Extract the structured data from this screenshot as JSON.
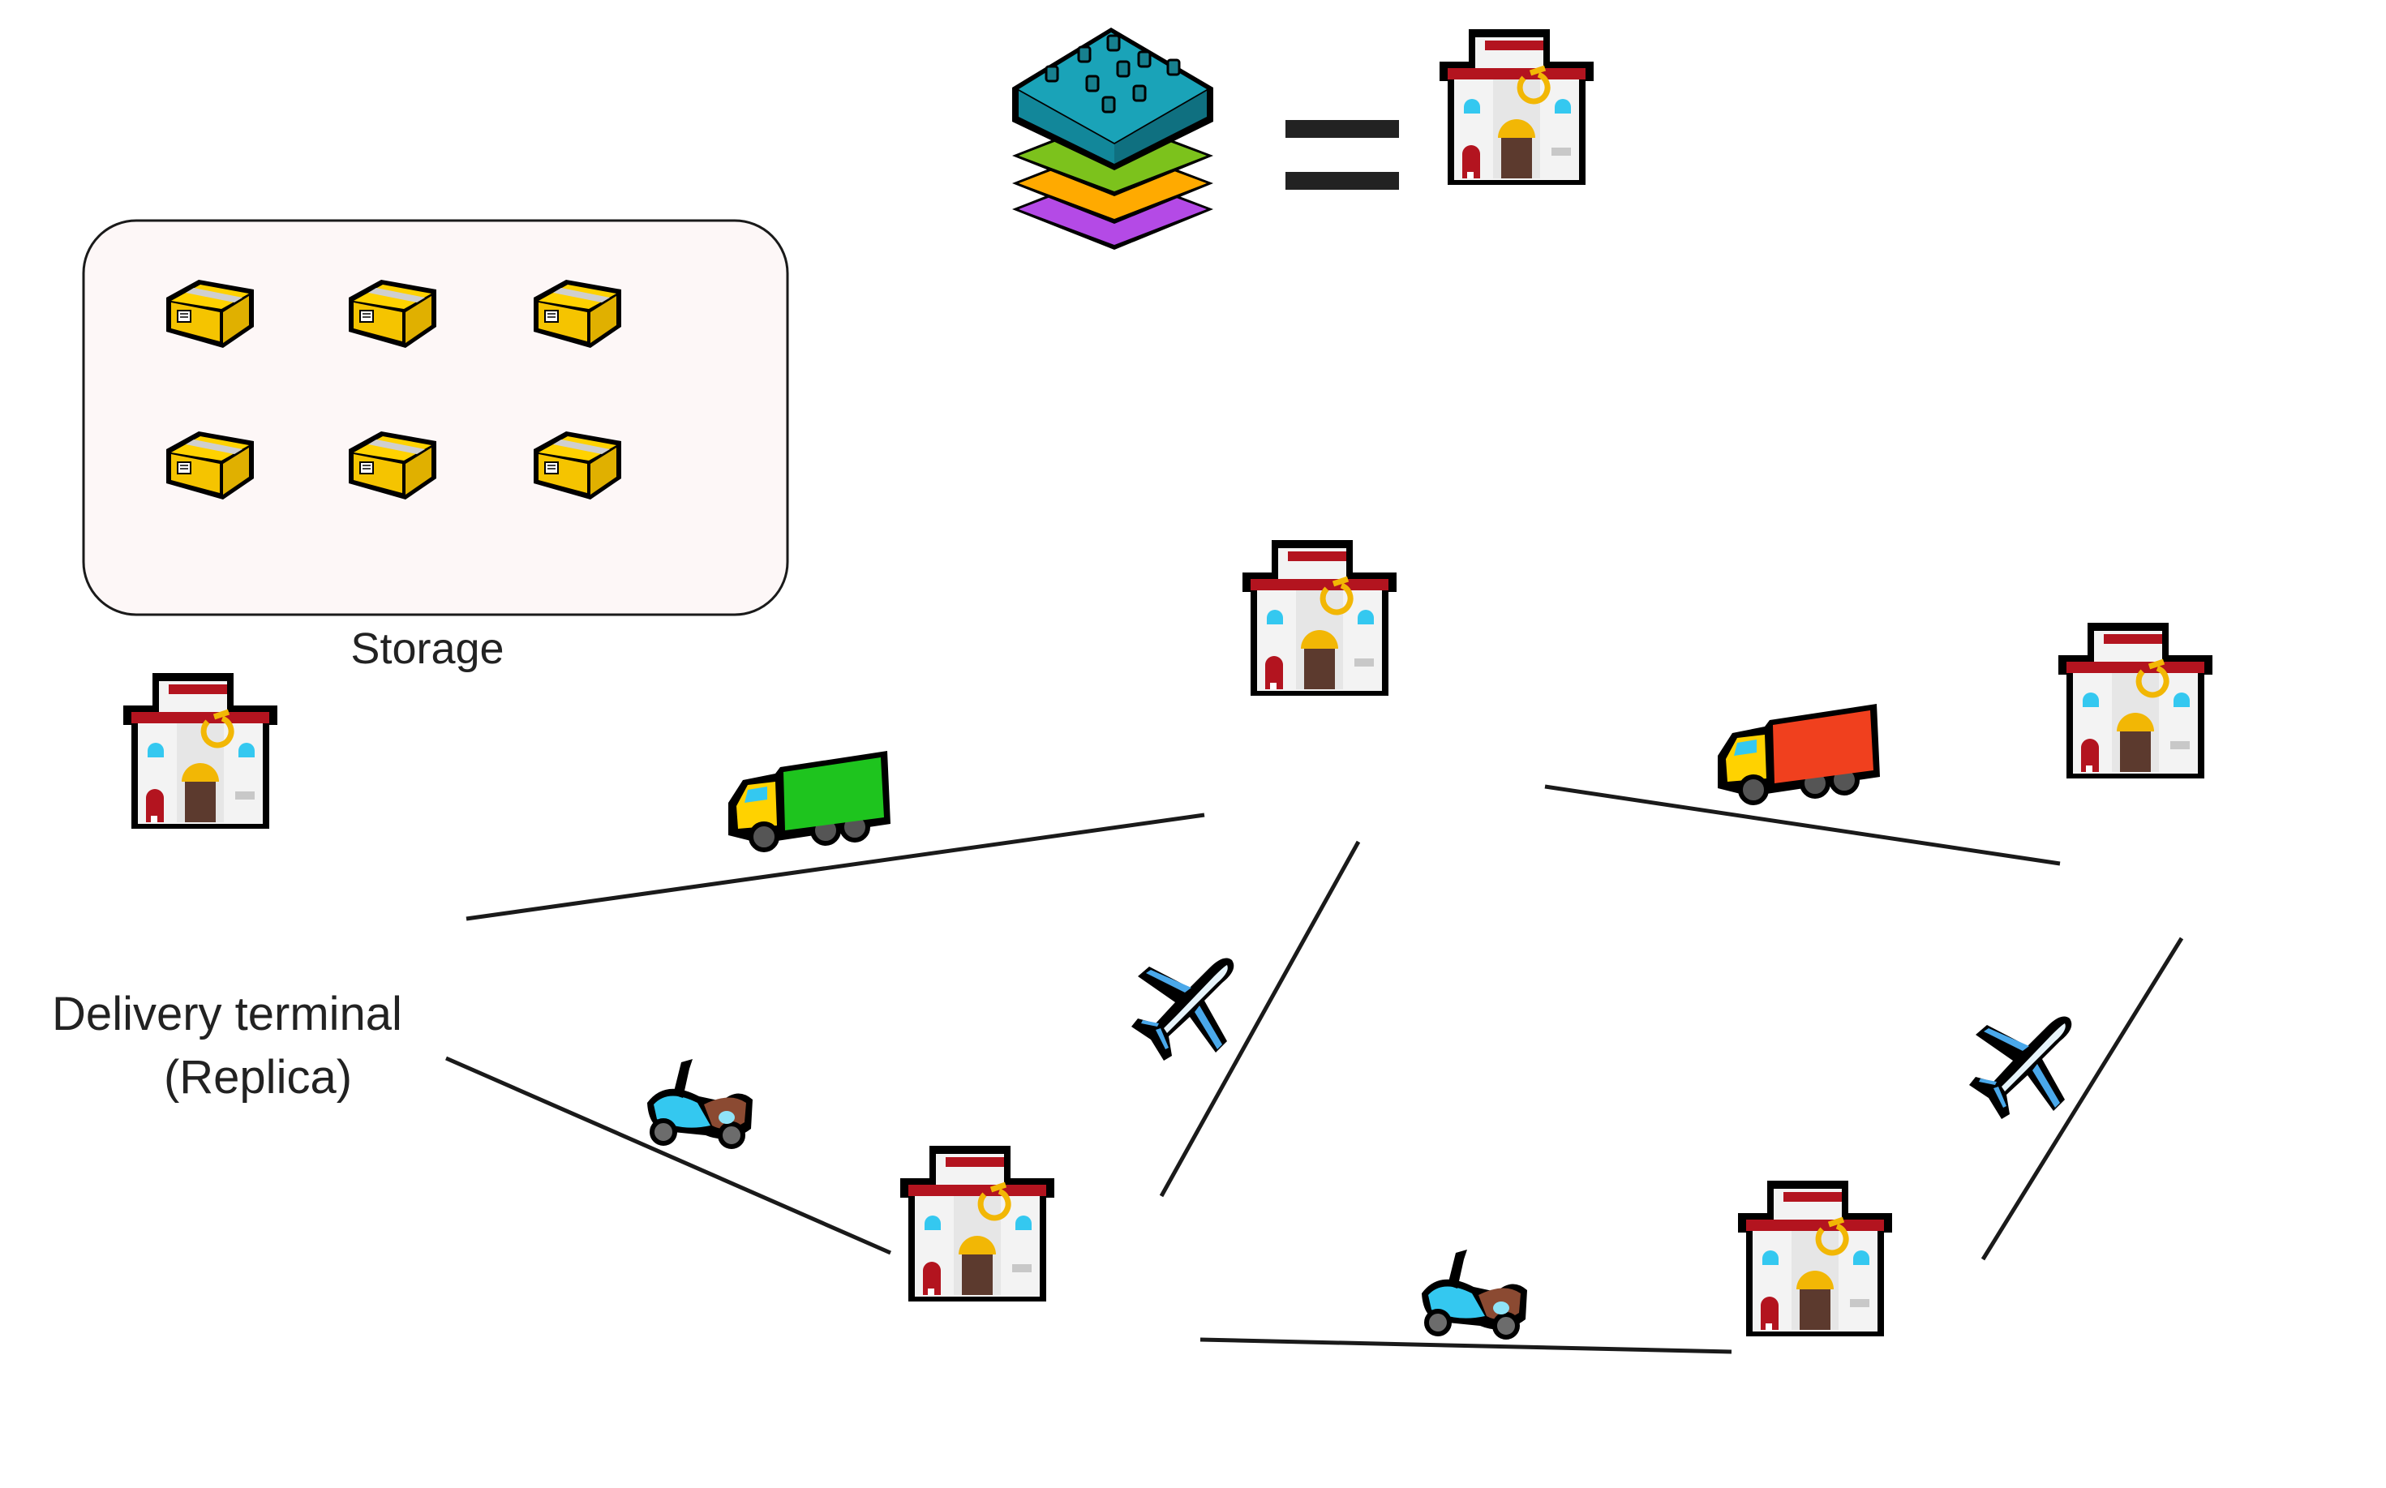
{
  "storage": {
    "label": "Storage",
    "box_icon": "package-box-icon",
    "box_count": 6
  },
  "terminal": {
    "label_line1": "Delivery terminal",
    "label_line2": "(Replica)",
    "icon": "post-office-building-icon"
  },
  "legend": {
    "left_icon": "stacked-layers-icon",
    "equals_icon": "equals-icon",
    "right_icon": "post-office-building-icon"
  },
  "vehicles": [
    {
      "name": "green-truck-icon",
      "link": "terminal-left to terminal-top"
    },
    {
      "name": "red-truck-icon",
      "link": "terminal-top to terminal-right"
    },
    {
      "name": "scooter-icon",
      "link": "terminal-left to terminal-bottom-left"
    },
    {
      "name": "airplane-icon",
      "link": "terminal-top to terminal-bottom-left"
    },
    {
      "name": "airplane-icon",
      "link": "terminal-right to terminal-bottom-right"
    },
    {
      "name": "scooter-icon",
      "link": "terminal-bottom-left to terminal-bottom-right"
    }
  ],
  "colors": {
    "building_outline": "#000000",
    "building_wall": "#f3f3f3",
    "building_roof": "#b3141f",
    "horn": "#f2b705",
    "window": "#34c8f0",
    "door": "#5c3a2e",
    "box": "#ffd200",
    "layer_teal": "#1aa3b8",
    "layer_green": "#7cc21c",
    "layer_orange": "#ffaa00",
    "layer_purple": "#b44ae6"
  }
}
